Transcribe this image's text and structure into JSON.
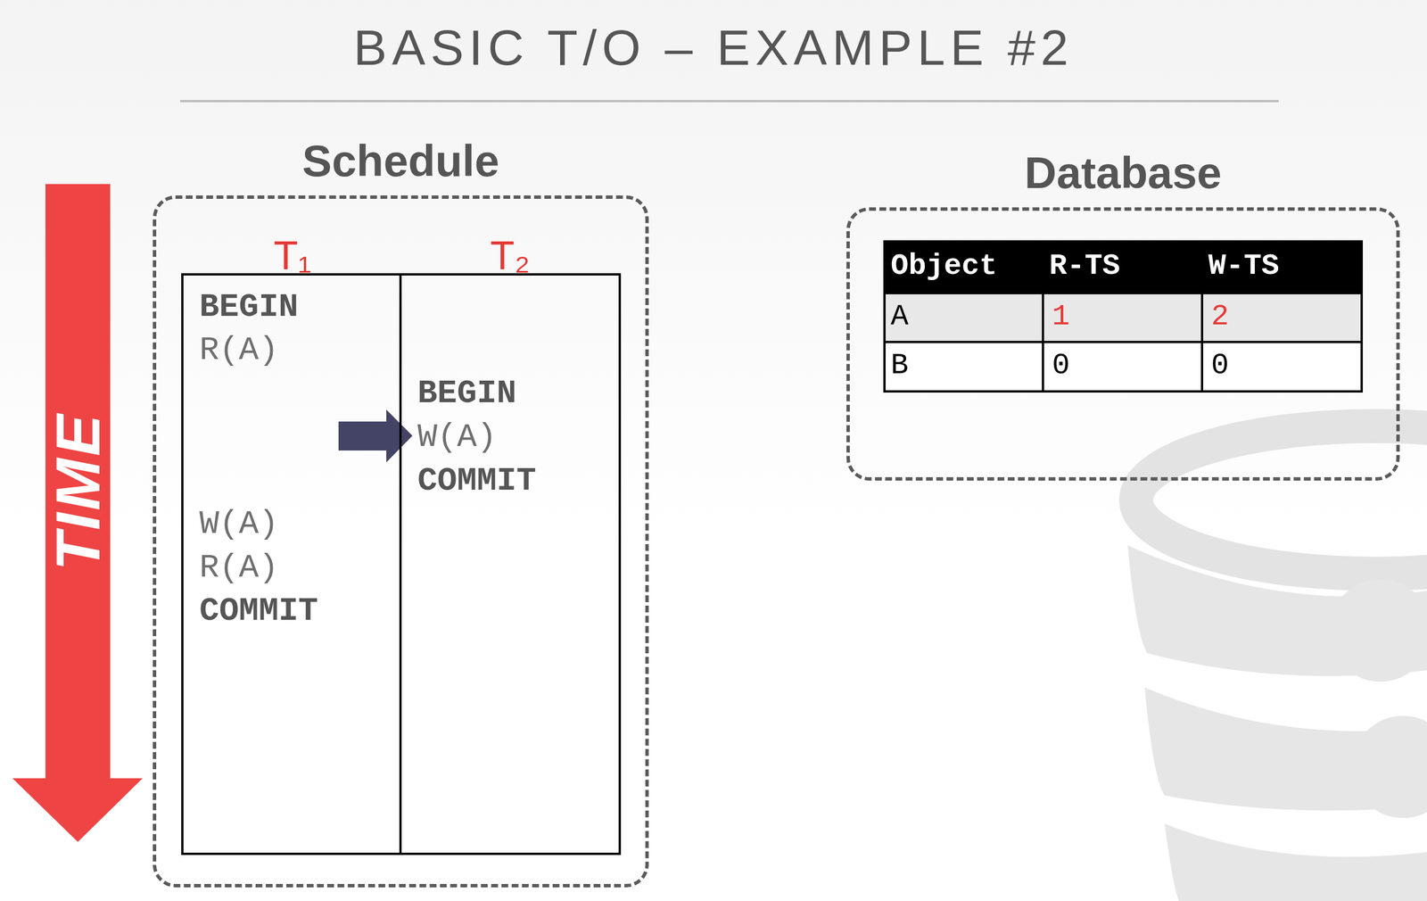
{
  "diagram": {
    "title": "BASIC T/O – EXAMPLE #2",
    "nodes": [
      {
        "text": [
          "Schedule"
        ]
      },
      {
        "text": [
          "T₁",
          "BEGIN",
          "R(A)",
          "W(A)",
          "R(A)",
          "COMMIT"
        ],
        "in": 0
      },
      {
        "text": [
          "T₂",
          "BEGIN",
          "W(A)",
          "COMMIT"
        ],
        "in": 0
      },
      {
        "text": [
          "Database"
        ]
      }
    ],
    "labels": [
      "TIME",
      "Object",
      "R-TS",
      "W-TS",
      "A",
      "1",
      "2",
      "B",
      "0",
      "0"
    ]
  }
}
